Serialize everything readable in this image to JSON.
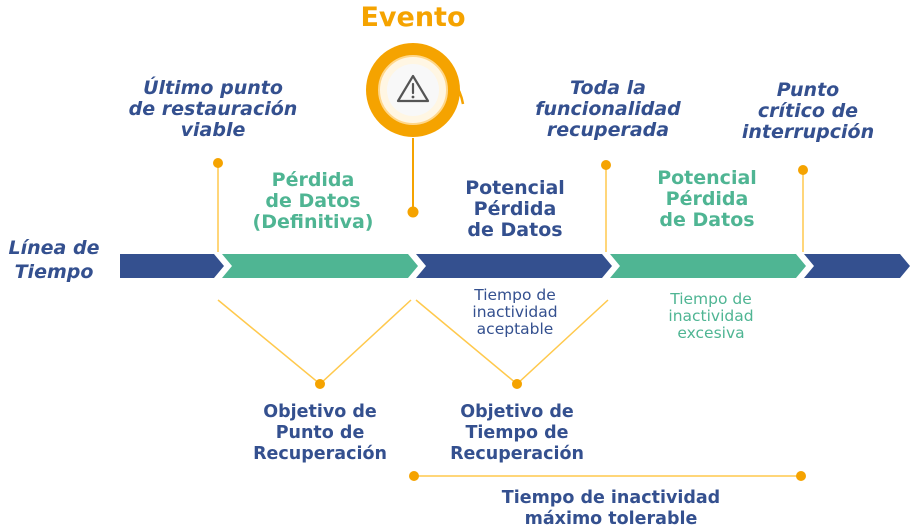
{
  "event": {
    "title": "Evento",
    "icon": "warning-triangle-icon"
  },
  "timeline": {
    "label": [
      "Línea de",
      "Tiempo"
    ]
  },
  "milestones": {
    "last_restore_point": [
      "Último punto",
      "de restauración",
      "viable"
    ],
    "full_recovery": [
      "Toda la",
      "funcionalidad",
      "recuperada"
    ],
    "critical_point": [
      "Punto",
      "crítico de",
      "interrupción"
    ]
  },
  "segments": {
    "definitive_loss": [
      "Pérdida",
      "de Datos",
      "(Definitiva)"
    ],
    "potential_loss_1": [
      "Potencial",
      "Pérdida",
      "de Datos"
    ],
    "potential_loss_2": [
      "Potencial",
      "Pérdida",
      "de Datos"
    ]
  },
  "downtime": {
    "acceptable": [
      "Tiempo de",
      "inactividad",
      "aceptable"
    ],
    "excessive": [
      "Tiempo de",
      "inactividad",
      "excesiva"
    ]
  },
  "objectives": {
    "rpo": [
      "Objetivo de",
      "Punto de",
      "Recuperación"
    ],
    "rto": [
      "Objetivo de",
      "Tiempo de",
      "Recuperación"
    ],
    "mtd": [
      "Tiempo de inactividad",
      "máximo tolerable"
    ]
  },
  "colors": {
    "navy": "#34508f",
    "teal": "#4fb593",
    "gold": "#f5a300",
    "light_gold": "#ffd78a"
  }
}
